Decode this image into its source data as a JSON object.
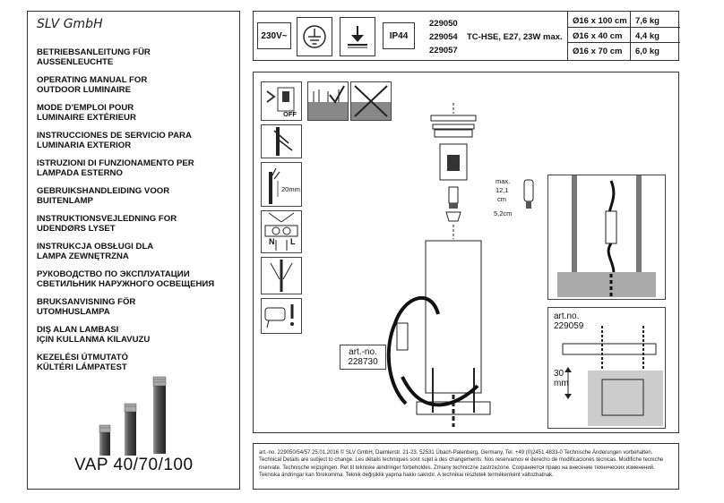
{
  "brand": "SLV GmbH",
  "languages": [
    [
      "BETRIEBSANLEITUNG FÜR",
      "AUSSENLEUCHTE"
    ],
    [
      "OPERATING MANUAL FOR",
      "OUTDOOR LUMINAIRE"
    ],
    [
      "MODE D’EMPLOI POUR",
      "LUMINAIRE EXTÉRIEUR"
    ],
    [
      "INSTRUCCIONES DE SERVICIO PARA",
      "LUMINARIA EXTERIOR"
    ],
    [
      "ISTRUZIONI DI FUNZIONAMENTO PER",
      "LAMPADA ESTERNO"
    ],
    [
      "GEBRUIKSHANDLEIDING VOOR",
      "BUITENLAMP"
    ],
    [
      "INSTRUKTIONSVEJLEDNING FOR",
      "UDENDØRS LYSET"
    ],
    [
      "INSTRUKCJA OBSŁUGI DLA",
      "LAMPA ZEWNĘTRZNA"
    ],
    [
      "РУКОВОДСТВО ПО ЭКСПЛУАТАЦИИ",
      "СВЕТИЛЬНИК НАРУЖНОГО ОСВЕЩЕНИЯ"
    ],
    [
      "BRUKSANVISNING FÖR",
      "UTOMHUSLAMPA"
    ],
    [
      "DIŞ ALAN LAMBASI",
      "IÇIN KULLANMA KILAVUZU"
    ],
    [
      "KEZELÉSI ÚTMUTATÓ",
      "KÜLTÉRI LÁMPATEST"
    ]
  ],
  "product_name": "VAP  40/70/100",
  "spec": {
    "voltage": "230V~",
    "ip": "IP44",
    "lamp": "TC-HSE, E27, 23W max.",
    "rows": [
      {
        "art": "229050",
        "dim": "Ø16 x 100 cm",
        "weight": "7,6 kg"
      },
      {
        "art": "229054",
        "dim": "Ø16 x 40 cm",
        "weight": "4,4 kg"
      },
      {
        "art": "229057",
        "dim": "Ø16 x 70 cm",
        "weight": "6,0 kg"
      }
    ]
  },
  "diagram": {
    "off_label": "OFF",
    "strip_label": "20mm",
    "terminal_labels": [
      "N",
      "L"
    ],
    "lamp_max_label": [
      "max.",
      "12,1",
      "cm"
    ],
    "lamp_dia_label": "5,2cm",
    "art_228730": [
      "art.-no.",
      "228730"
    ],
    "art_229059": [
      "art.no.",
      "229059"
    ],
    "depth_label": [
      "30",
      "mm"
    ]
  },
  "footer": "art.-no. 229050/54/57   25.01.2016   © SLV GmbH, Daimlerstr. 21-23, 52531 Übach-Palenberg, Germany, Tel. +49 (0)2451 4833-0   Technische Änderungen vorbehalten. Technical Details are subject to change. Les détails techniques sont sujet à des changements. Nos reservamos el derecho de modificaciones técnicas. Modifiche tecniche riservate. Technische wijzigingen. Ret til tekniske ændringer forbeholdes. Zmiany techniczne zastrzeżone. Сохраняется право на внесение технических изменений. Tekniska ändringar kan förekomma. Teknik değişiklik yapma hakkı saklıdır. A technikai részletek termékenként változhatnak."
}
